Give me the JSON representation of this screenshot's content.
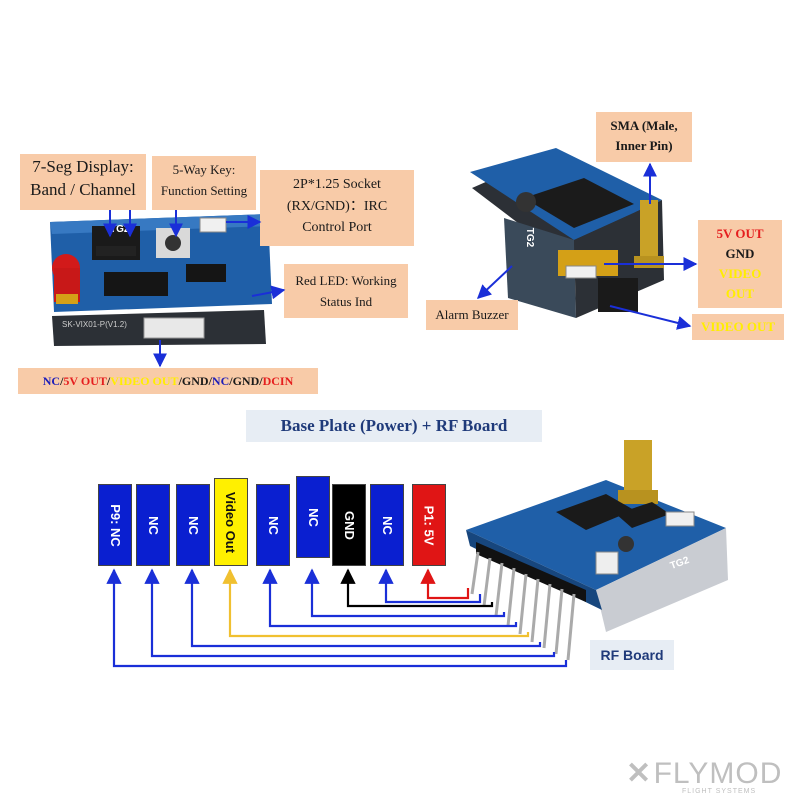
{
  "top_left": {
    "seg_display_label": [
      "7-Seg Display:",
      "Band / Channel"
    ],
    "five_way_key_label": [
      "5-Way Key:",
      "Function Setting"
    ],
    "socket_label": [
      "2P*1.25 Socket",
      "(RX/GND)：IRC",
      "Control Port"
    ],
    "red_led_label": [
      "Red LED: Working",
      "Status Ind"
    ],
    "board_silkscreen": "SK-VIX01-P(V1.2)",
    "display_text": "TG2",
    "pinout_strip": [
      {
        "text": "NC",
        "color": "#1d1db8"
      },
      {
        "text": "/",
        "color": "#1a1a1a"
      },
      {
        "text": "5V OUT",
        "color": "#e51e1e"
      },
      {
        "text": "/",
        "color": "#1a1a1a"
      },
      {
        "text": "VIDEO OUT",
        "color": "#ffee00"
      },
      {
        "text": "/GND/",
        "color": "#1a1a1a"
      },
      {
        "text": "NC",
        "color": "#1d1db8"
      },
      {
        "text": "/GND/",
        "color": "#1a1a1a"
      },
      {
        "text": "DCIN",
        "color": "#e51e1e"
      }
    ]
  },
  "top_right": {
    "sma_label": [
      "SMA (Male,",
      "Inner Pin)"
    ],
    "alarm_label": "Alarm Buzzer",
    "output_box": [
      {
        "text": "5V OUT",
        "color": "#e51e1e"
      },
      {
        "text": "GND",
        "color": "#1a1a1a"
      },
      {
        "text": "VIDEO",
        "color": "#ffee00"
      },
      {
        "text": "OUT",
        "color": "#ffee00"
      }
    ],
    "video_out_label": "VIDEO OUT",
    "display_text": "TG2"
  },
  "bottom": {
    "title": "Base Plate (Power) + RF Board",
    "rf_board_label": "RF Board",
    "pins": [
      {
        "text": "P9: NC",
        "bg": "#0a1fd0",
        "fg": "#ffffff",
        "wire": "#1a2fd8"
      },
      {
        "text": "NC",
        "bg": "#0a1fd0",
        "fg": "#ffffff",
        "wire": "#1a2fd8"
      },
      {
        "text": "NC",
        "bg": "#0a1fd0",
        "fg": "#ffffff",
        "wire": "#1a2fd8"
      },
      {
        "text": "Video Out",
        "bg": "#fff000",
        "fg": "#111111",
        "wire": "#f0c030"
      },
      {
        "text": "NC",
        "bg": "#0a1fd0",
        "fg": "#ffffff",
        "wire": "#1a2fd8"
      },
      {
        "text": "NC",
        "bg": "#0a1fd0",
        "fg": "#ffffff",
        "wire": "#1a2fd8"
      },
      {
        "text": "GND",
        "bg": "#000000",
        "fg": "#ffffff",
        "wire": "#000000"
      },
      {
        "text": "NC",
        "bg": "#0a1fd0",
        "fg": "#ffffff",
        "wire": "#1a2fd8"
      },
      {
        "text": "P1: 5V",
        "bg": "#e01515",
        "fg": "#ffffff",
        "wire": "#e01515"
      }
    ],
    "display_text": "TG2"
  },
  "watermark": {
    "brand": "FLYMOD",
    "sub": "FLIGHT SYSTEMS"
  }
}
